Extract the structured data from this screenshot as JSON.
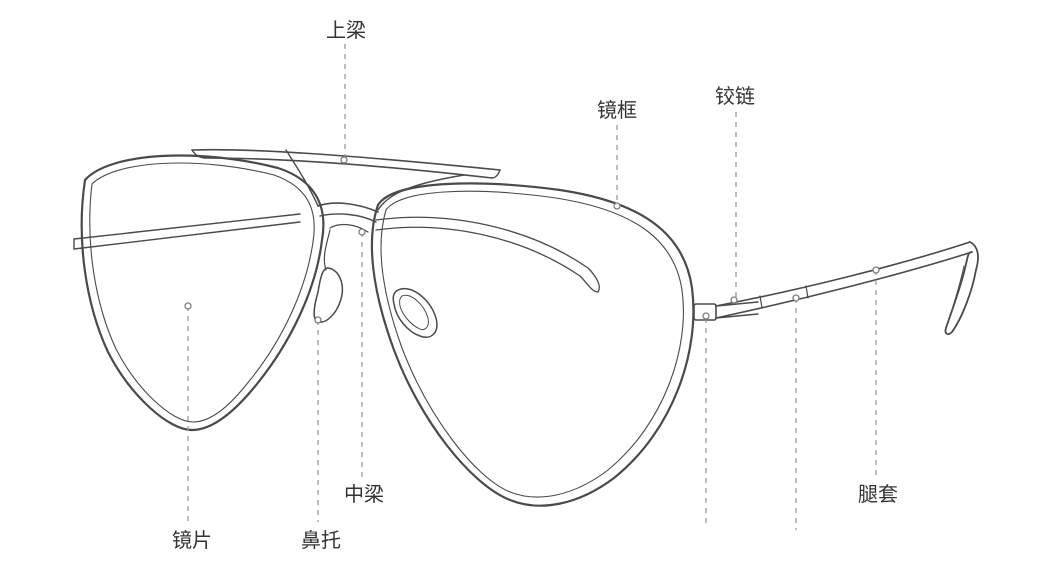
{
  "labels": {
    "top_bridge": "上梁",
    "rim": "镜框",
    "hinge": "铰链",
    "lens": "镜片",
    "nose_pad": "鼻托",
    "middle_bridge": "中梁",
    "temple_tip": "腿套"
  },
  "colors": {
    "line": "#4a4a4a",
    "leader": "#9a9a9a",
    "text": "#333333",
    "background": "#ffffff"
  }
}
